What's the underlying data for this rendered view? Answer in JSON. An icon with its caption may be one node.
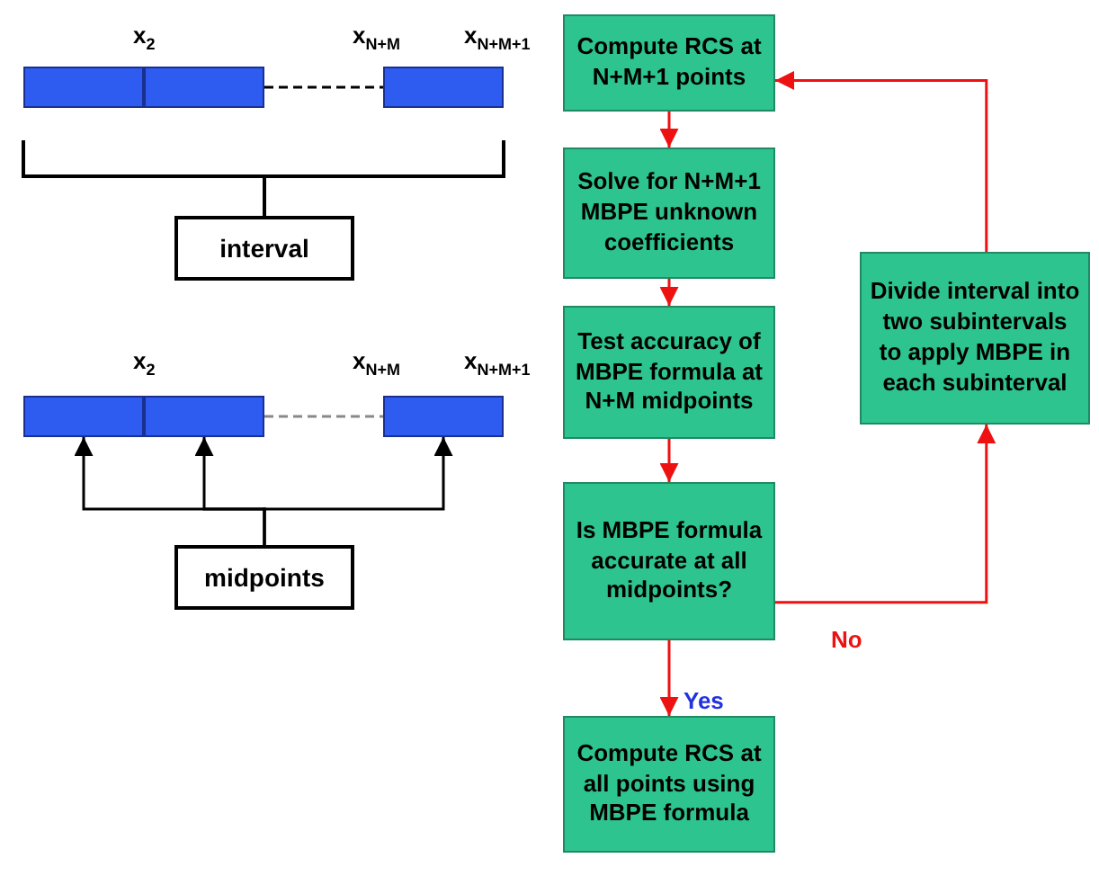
{
  "diagram": {
    "nodes": [
      {
        "text": [],
        "shape": "bar"
      },
      {
        "text": [],
        "shape": "bar"
      },
      {
        "text": [],
        "shape": "bar"
      },
      {
        "text": [
          "interval"
        ]
      },
      {
        "text": [],
        "shape": "bar"
      },
      {
        "text": [],
        "shape": "bar"
      },
      {
        "text": [],
        "shape": "bar"
      },
      {
        "text": [
          "midpoints"
        ]
      },
      {
        "text": [
          "Compute RCS at N+M+1 points"
        ]
      },
      {
        "text": [
          "Solve for N+M+1 MBPE unknown coefficients"
        ]
      },
      {
        "text": [
          "Test accuracy of MBPE formula at N+M midpoints"
        ]
      },
      {
        "text": [
          "Is MBPE formula accurate at all midpoints?"
        ]
      },
      {
        "text": [
          "Compute RCS at all points using MBPE formula"
        ]
      },
      {
        "text": [
          "Divide interval into two subintervals to apply MBPE in each subinterval"
        ]
      }
    ],
    "edges": [
      {
        "from": 1,
        "to": 2,
        "arrow": "none",
        "style": "dashed",
        "color": "#000000"
      },
      {
        "from": 5,
        "to": 6,
        "arrow": "none",
        "style": "dashed",
        "color": "#888888"
      },
      {
        "from": 7,
        "to": 4,
        "arrow": "to",
        "color": "#000000"
      },
      {
        "from": 7,
        "to": 5,
        "arrow": "to",
        "color": "#000000"
      },
      {
        "from": 7,
        "to": 6,
        "arrow": "to",
        "color": "#000000"
      },
      {
        "from": 8,
        "to": 9,
        "arrow": "to"
      },
      {
        "from": 9,
        "to": 10,
        "arrow": "to"
      },
      {
        "from": 10,
        "to": 11,
        "arrow": "to"
      },
      {
        "from": 11,
        "to": 12,
        "arrow": "to",
        "label": "Yes"
      },
      {
        "from": 11,
        "to": 13,
        "arrow": "to",
        "label": "No"
      },
      {
        "from": 13,
        "to": 8,
        "arrow": "to"
      }
    ],
    "labels": [
      "x$_{2}$",
      "x$_{N+M}$",
      "x$_{N+M+1}$",
      "x$_{2}$",
      "x$_{N+M}$",
      "x$_{N+M+1}$"
    ]
  }
}
